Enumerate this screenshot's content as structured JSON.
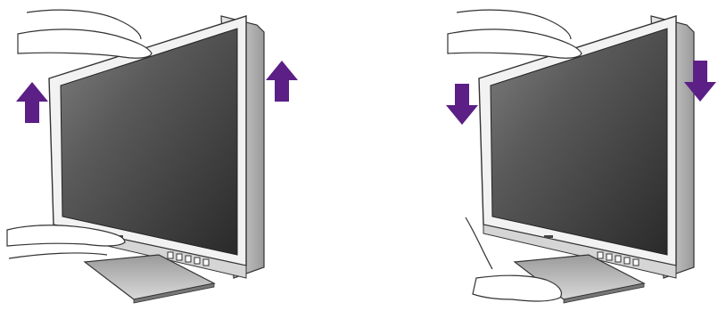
{
  "illustrations": [
    {
      "name": "raise-monitor",
      "arrow_direction": "up",
      "hands": [
        "hand-top",
        "hand-base-rear"
      ]
    },
    {
      "name": "lower-monitor",
      "arrow_direction": "down",
      "hands": [
        "hand-top",
        "hand-base-front"
      ]
    }
  ],
  "colors": {
    "arrow": "#5b1f86",
    "bezel": "#4a4a4a",
    "frame_light": "#e6e6e6",
    "frame_mid": "#bdbdbd",
    "frame_dark": "#7a7a7a",
    "stand": "#8c8c8c",
    "outline": "#333333"
  },
  "icons": [
    "arrow-up-icon",
    "arrow-down-icon",
    "hand-icon",
    "monitor-icon"
  ]
}
